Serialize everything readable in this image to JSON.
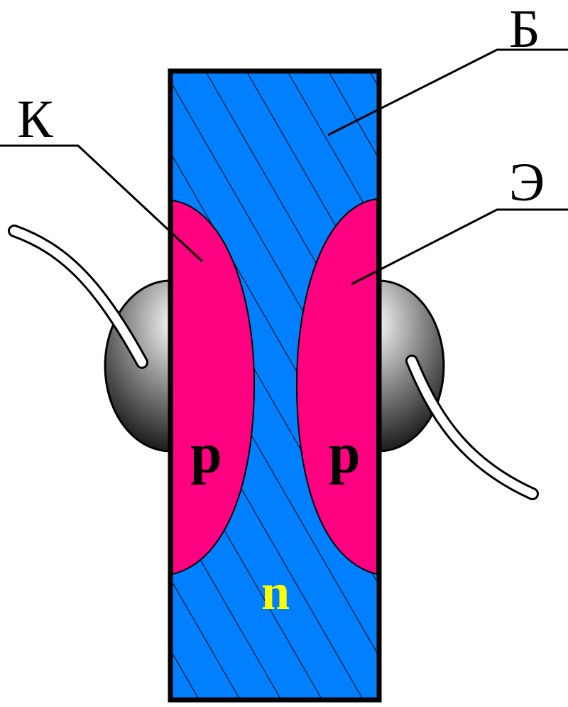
{
  "diagram": {
    "labels": {
      "base": "Б",
      "collector": "К",
      "emitter": "Э"
    },
    "regions": {
      "collector_region": "p",
      "emitter_region": "p",
      "base_region": "n"
    }
  },
  "colors": {
    "base_fill": "#0080ff",
    "p_region_fill": "#ff0080",
    "n_label": "#ffff00",
    "p_label": "#000000",
    "outline": "#000000",
    "wire": "#ffffff"
  }
}
